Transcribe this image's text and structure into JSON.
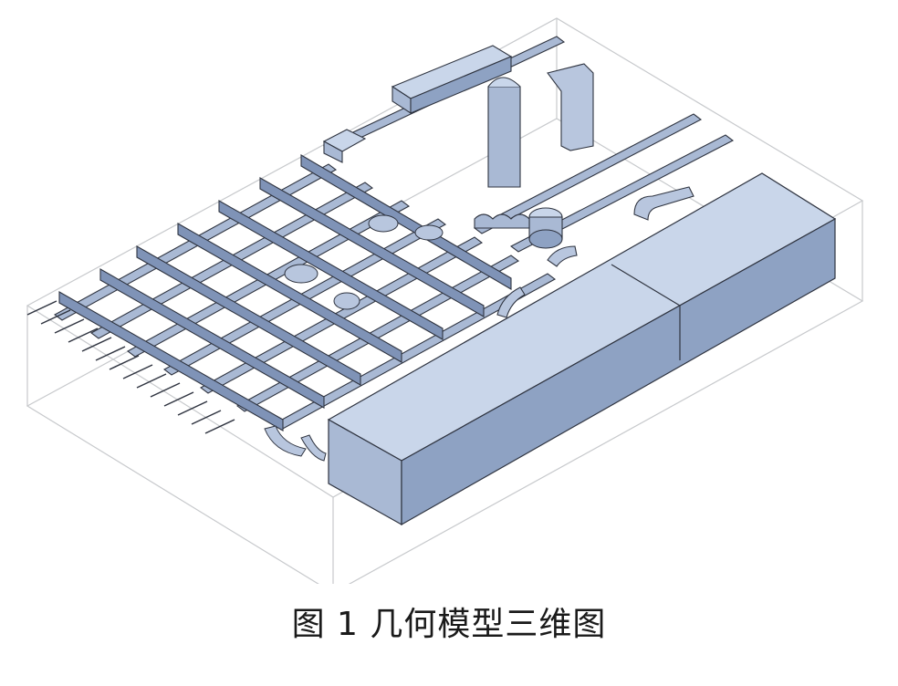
{
  "figure": {
    "caption": "图 1 几何模型三维图"
  },
  "colors": {
    "surface_light": "#c9d6ea",
    "surface_mid": "#a9b9d4",
    "surface_dark": "#7f93b7",
    "edge": "#2f3440",
    "box_outline": "#c7c9cc"
  },
  "icons": [
    "bounding-box",
    "grid-beams",
    "large-duct-block",
    "pipes",
    "elbow-fittings",
    "fan-units"
  ]
}
